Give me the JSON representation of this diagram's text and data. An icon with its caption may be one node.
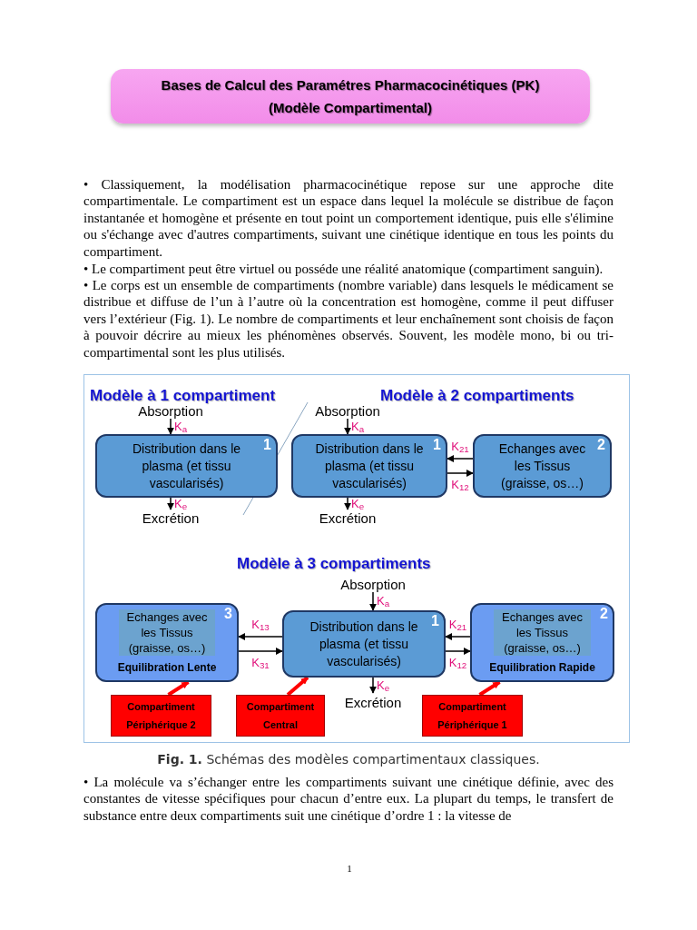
{
  "diagram": {
    "caption": "**Fig. 1.** Schémas des modèles compartimentaux classiques.",
    "nodes": [
      {
        "text": [
          "Bases de Calcul des Paramétres Pharmacocinétiques (PK)",
          "(Modèle Compartimental)"
        ]
      },
      {
        "text": [
          "Absorption"
        ]
      },
      {
        "text": [
          "1",
          "Distribution dans le plasma (et tissu vascularisés)"
        ]
      },
      {
        "text": [
          "Excrétion"
        ]
      },
      {
        "text": [
          "Absorption"
        ]
      },
      {
        "text": [
          "1",
          "Distribution dans le plasma (et tissu vascularisés)"
        ]
      },
      {
        "text": [
          "2",
          "Echanges avec les Tissus (graisse, os…)"
        ]
      },
      {
        "text": [
          "Excrétion"
        ]
      },
      {
        "text": [
          "Absorption"
        ]
      },
      {
        "text": [
          "3",
          "Echanges avec les Tissus (graisse, os…)",
          "Equilibration Lente"
        ]
      },
      {
        "text": [
          "1",
          "Distribution dans le plasma (et tissu vascularisés)"
        ]
      },
      {
        "text": [
          "2",
          "Echanges avec les Tissus (graisse, os…)",
          "Equilibration Rapide"
        ]
      },
      {
        "text": [
          "Excrétion"
        ]
      },
      {
        "text": [
          "Compartiment Périphérique 2"
        ]
      },
      {
        "text": [
          "Compartiment Central"
        ]
      },
      {
        "text": [
          "Compartiment Périphérique 1"
        ]
      }
    ],
    "edges": [
      {
        "from": 1,
        "to": 2,
        "arrow": "to",
        "label": "K$_{a}$"
      },
      {
        "from": 2,
        "to": 3,
        "arrow": "to",
        "label": "K$_{e}$"
      },
      {
        "from": 4,
        "to": 5,
        "arrow": "to",
        "label": "K$_{a}$"
      },
      {
        "from": 5,
        "to": 7,
        "arrow": "to",
        "label": "K$_{e}$"
      },
      {
        "from": 6,
        "to": 5,
        "arrow": "to",
        "label": "K$_{21}$"
      },
      {
        "from": 5,
        "to": 6,
        "arrow": "to",
        "label": "K$_{12}$"
      },
      {
        "from": 8,
        "to": 10,
        "arrow": "to",
        "label": "K$_{a}$"
      },
      {
        "from": 10,
        "to": 12,
        "arrow": "to",
        "label": "K$_{e}$"
      },
      {
        "from": 10,
        "to": 9,
        "arrow": "to",
        "label": "K$_{13}$"
      },
      {
        "from": 9,
        "to": 10,
        "arrow": "to",
        "label": "K$_{31}$"
      },
      {
        "from": 11,
        "to": 10,
        "arrow": "to",
        "label": "K$_{21}$"
      },
      {
        "from": 10,
        "to": 11,
        "arrow": "to",
        "label": "K$_{12}$"
      },
      {
        "from": 13,
        "to": 9,
        "arrow": "to",
        "style": "thick",
        "color": "#ff0000"
      },
      {
        "from": 14,
        "to": 10,
        "arrow": "to",
        "style": "thick",
        "color": "#ff0000"
      },
      {
        "from": 15,
        "to": 11,
        "arrow": "to",
        "style": "thick",
        "color": "#ff0000"
      }
    ],
    "labels": [
      "• Classiquement, la modélisation pharmacocinétique repose sur une approche dite compartimentale. Le compartiment est un espace dans lequel la molécule se distribue de façon instantanée et homogène et présente en tout point un comportement identique, puis elle s'élimine ou s'échange avec d'autres compartiments, suivant une cinétique identique en tous les points du compartiment.",
      "• Le compartiment peut être virtuel ou posséde une réalité anatomique (compartiment sanguin).",
      "• Le corps est un ensemble de compartiments (nombre variable) dans lesquels le médicament se distribue et diffuse de l’un à l’autre où la concentration est homogène, comme il peut diffuser vers l’extérieur (Fig. 1). Le nombre de compartiments et leur enchaînement sont choisis de façon à pouvoir décrire au mieux les phénomènes observés. Souvent, les modèle mono, bi ou tri-compartimental sont les plus utilisés.",
      "Modèle à 1 compartiment",
      "Modèle à 2 compartiments",
      "Modèle à 3 compartiments",
      "• La molécule va s’échanger entre les compartiments suivant une cinétique définie, avec des constantes de vitesse spécifiques pour chacun d’entre eux. La plupart du temps, le transfert de substance entre deux compartiments suit une cinétique d’ordre 1 : la vitesse de",
      "1"
    ]
  }
}
